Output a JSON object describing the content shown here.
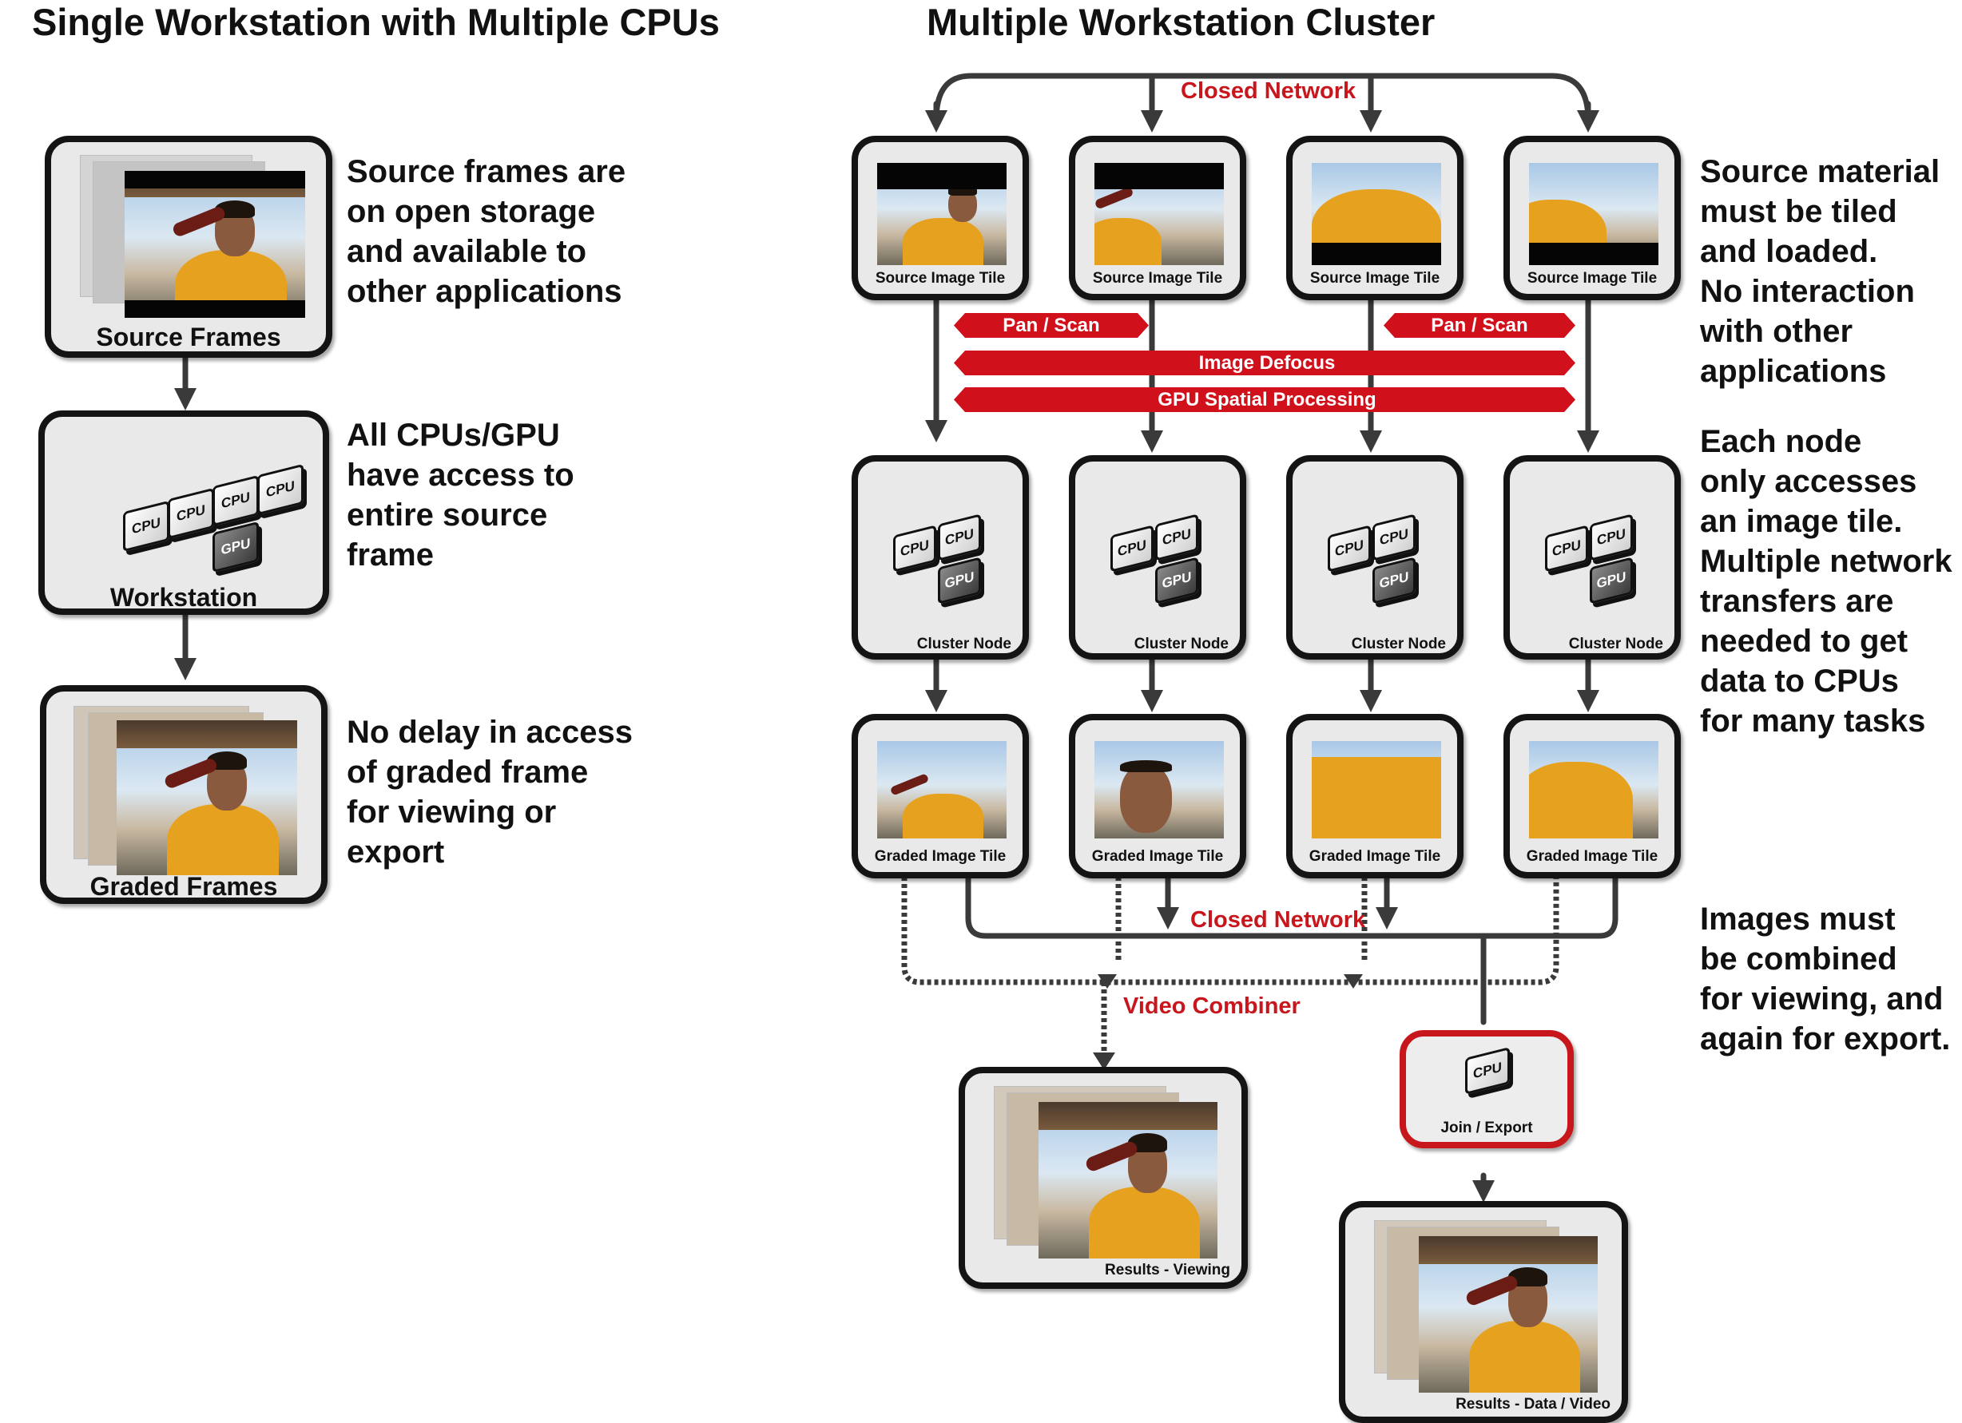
{
  "left": {
    "title": "Single Workstation with Multiple CPUs",
    "source_frames_label": "Source Frames",
    "workstation_label": "Workstation",
    "graded_frames_label": "Graded Frames",
    "chips": [
      "CPU",
      "CPU",
      "CPU",
      "CPU",
      "GPU"
    ],
    "desc_source": [
      "Source frames are",
      "on open storage",
      "and available to",
      "other applications"
    ],
    "desc_access": [
      "All CPUs/GPU",
      "have access to",
      "entire source",
      "frame"
    ],
    "desc_delay": [
      "No delay in access",
      "of graded frame",
      "for viewing or",
      "export"
    ]
  },
  "right": {
    "title": "Multiple Workstation Cluster",
    "closed_network_top": "Closed Network",
    "source_tiles": [
      "Source Image Tile",
      "Source Image Tile",
      "Source Image Tile",
      "Source Image Tile"
    ],
    "banners": {
      "pan_scan_left": "Pan / Scan",
      "pan_scan_right": "Pan / Scan",
      "image_defocus": "Image Defocus",
      "gpu_spatial": "GPU Spatial Processing"
    },
    "cluster_nodes": [
      "Cluster Node",
      "Cluster Node",
      "Cluster Node",
      "Cluster Node"
    ],
    "node_chips": [
      "CPU",
      "CPU",
      "GPU"
    ],
    "graded_tiles": [
      "Graded Image Tile",
      "Graded Image Tile",
      "Graded Image Tile",
      "Graded Image Tile"
    ],
    "closed_network_bottom": "Closed Network",
    "video_combiner": "Video Combiner",
    "join_export_chip": "CPU",
    "join_export_label": "Join / Export",
    "results_viewing": "Results - Viewing",
    "results_data_video": "Results - Data / Video",
    "desc_source": [
      "Source material",
      "must be tiled",
      "and loaded.",
      "No interaction",
      "with other",
      "applications"
    ],
    "desc_node": [
      "Each node",
      "only accesses",
      "an image tile.",
      "Multiple network",
      "transfers are",
      "needed to get",
      "data to CPUs",
      "for many tasks"
    ],
    "desc_combine": [
      "Images must",
      "be combined",
      "for viewing, and",
      "again for export."
    ]
  },
  "colors": {
    "line": "#3a3a3a",
    "accent_red": "#c8161d",
    "box_fill": "#e9e9e9",
    "box_border": "#141414"
  }
}
